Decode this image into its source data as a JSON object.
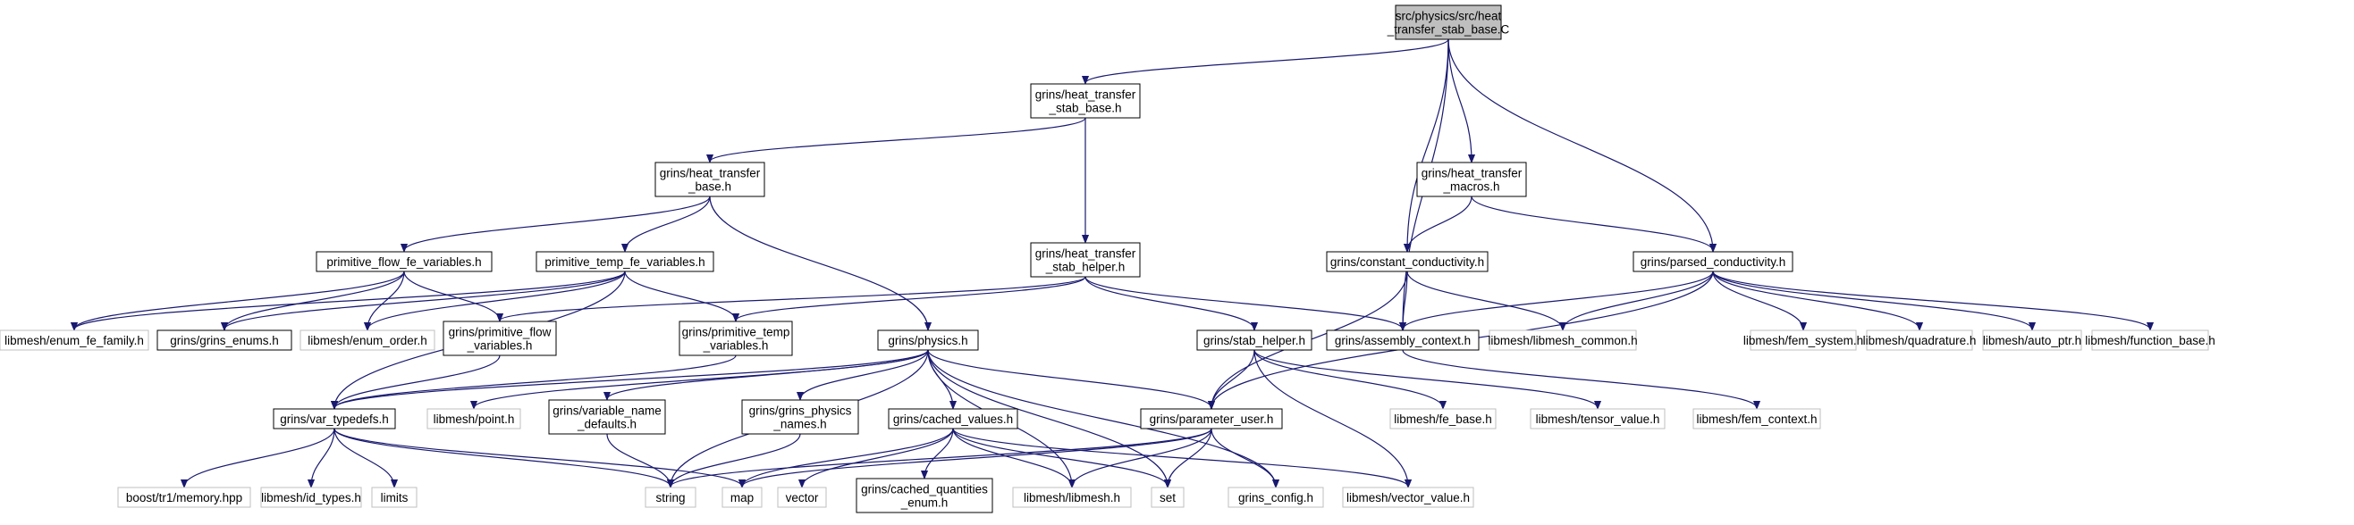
{
  "colors": {
    "edge": "#191970",
    "box_stroke": "#000000",
    "external_stroke": "#bfbfbf",
    "root_fill": "#bfbfbf",
    "box_fill": "#ffffff"
  },
  "nodes": {
    "root": [
      "src/physics/src/heat",
      "_transfer_stab_base.C"
    ],
    "hts_base": [
      "grins/heat_transfer",
      "_stab_base.h"
    ],
    "ht_base": [
      "grins/heat_transfer",
      "_base.h"
    ],
    "ht_macros": [
      "grins/heat_transfer",
      "_macros.h"
    ],
    "pflow_fe": [
      "primitive_flow_fe_variables.h"
    ],
    "ptemp_fe": [
      "primitive_temp_fe_variables.h"
    ],
    "ht_stab_helper": [
      "grins/heat_transfer",
      "_stab_helper.h"
    ],
    "const_cond": [
      "grins/constant_conductivity.h"
    ],
    "parsed_cond": [
      "grins/parsed_conductivity.h"
    ],
    "enum_fe_family": [
      "libmesh/enum_fe_family.h"
    ],
    "grins_enums": [
      "grins/grins_enums.h"
    ],
    "enum_order": [
      "libmesh/enum_order.h"
    ],
    "prim_flow_vars": [
      "grins/primitive_flow",
      "_variables.h"
    ],
    "prim_temp_vars": [
      "grins/primitive_temp",
      "_variables.h"
    ],
    "physics": [
      "grins/physics.h"
    ],
    "stab_helper": [
      "grins/stab_helper.h"
    ],
    "assembly_ctx": [
      "grins/assembly_context.h"
    ],
    "libmesh_common": [
      "libmesh/libmesh_common.h"
    ],
    "fem_system": [
      "libmesh/fem_system.h"
    ],
    "quadrature": [
      "libmesh/quadrature.h"
    ],
    "auto_ptr": [
      "libmesh/auto_ptr.h"
    ],
    "function_base": [
      "libmesh/function_base.h"
    ],
    "var_typedefs": [
      "grins/var_typedefs.h"
    ],
    "point": [
      "libmesh/point.h"
    ],
    "var_name_defaults": [
      "grins/variable_name",
      "_defaults.h"
    ],
    "physics_names": [
      "grins/grins_physics",
      "_names.h"
    ],
    "cached_values": [
      "grins/cached_values.h"
    ],
    "parameter_user": [
      "grins/parameter_user.h"
    ],
    "fe_base": [
      "libmesh/fe_base.h"
    ],
    "tensor_value": [
      "libmesh/tensor_value.h"
    ],
    "fem_context": [
      "libmesh/fem_context.h"
    ],
    "boost_memory": [
      "boost/tr1/memory.hpp"
    ],
    "id_types": [
      "libmesh/id_types.h"
    ],
    "limits": [
      "limits"
    ],
    "string": [
      "string"
    ],
    "map": [
      "map"
    ],
    "vector": [
      "vector"
    ],
    "cached_quantities": [
      "grins/cached_quantities",
      "_enum.h"
    ],
    "libmesh_h": [
      "libmesh/libmesh.h"
    ],
    "set": [
      "set"
    ],
    "grins_config": [
      "grins_config.h"
    ],
    "vector_value": [
      "libmesh/vector_value.h"
    ]
  }
}
